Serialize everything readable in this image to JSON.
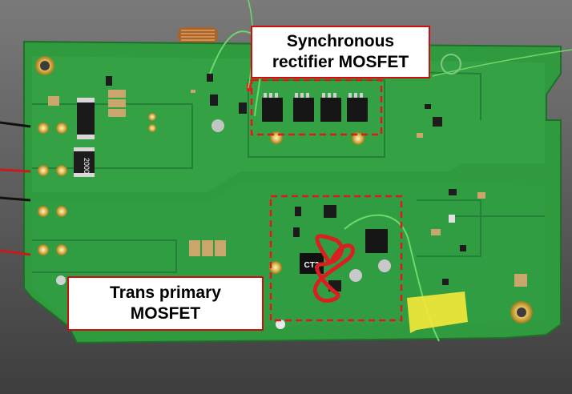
{
  "annotations": {
    "synchronous": {
      "line1": "Synchronous",
      "line2": "rectifier MOSFET"
    },
    "primary": {
      "line1": "Trans primary",
      "line2": "MOSFET"
    }
  },
  "silkscreen": {
    "resistor_value": "2000",
    "ic_marking": "CT2"
  },
  "colors": {
    "background": "#5a5a5a",
    "pcb": "#2f9a3e",
    "annotation_border": "#cc1010",
    "tape": "#f2e83a",
    "wire_green": "#6fd86a",
    "wire_red": "#d92020"
  }
}
